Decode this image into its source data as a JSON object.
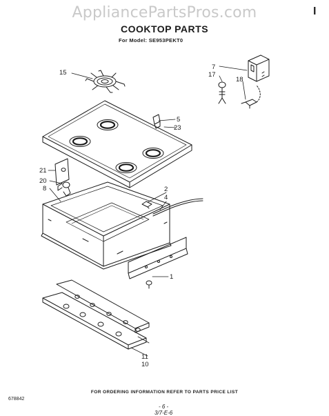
{
  "watermark": "AppliancePartsPros.com",
  "corner_mark": "I",
  "title": "COOKTOP PARTS",
  "model_line": "For Model: SE953PEKT0",
  "callouts": {
    "c15": "15",
    "c7": "7",
    "c17": "17",
    "c18": "18",
    "c5": "5",
    "c23": "23",
    "c21": "21",
    "c20": "20",
    "c8": "8",
    "c2": "2",
    "c4": "4",
    "c1": "1",
    "c11": "11",
    "c10": "10"
  },
  "footer": {
    "note": "FOR ORDERING INFORMATION REFER TO PARTS PRICE LIST",
    "doc_number": "678842",
    "stamp": "- 6 -\n3/7-E-6"
  }
}
